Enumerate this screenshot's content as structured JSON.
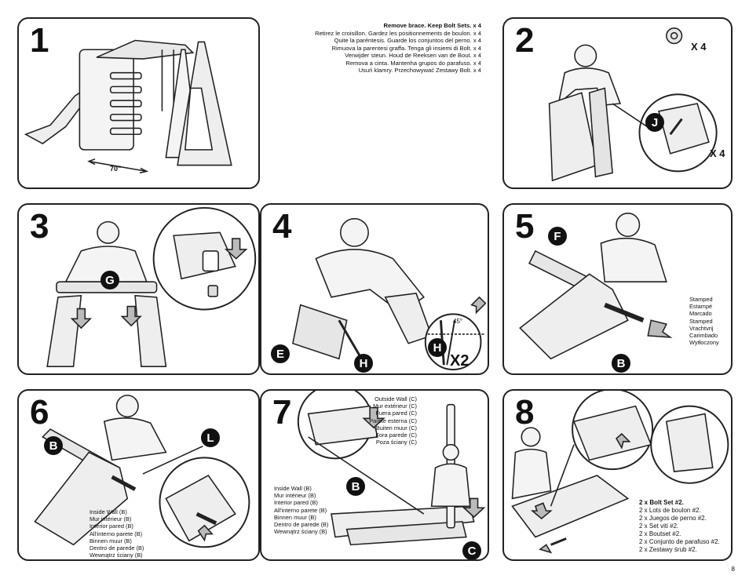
{
  "page_number": "8",
  "steps": [
    "1",
    "2",
    "3",
    "4",
    "5",
    "6",
    "7",
    "8"
  ],
  "step1": {
    "dimension": "70\"",
    "instruction_heading": "Remove brace. Keep Bolt Sets. x 4",
    "instruction_lines": [
      "Retirez le croisillon. Gardez les positionnements de boulon. x 4",
      "Quite la paréntesis. Guarde los conjuntos del perno. x 4",
      "Rimuova la parentesi graffa. Tenga gli insiemi di Bolt. x 4",
      "Verwijder steun. Houd de Reeksen van de Bout. x 4",
      "Remova a cinta. Mantenha grupos do parafuso. x 4",
      "Usuń klamry. Przechowywać Zestawy Bolt. x 4"
    ]
  },
  "step2": {
    "qty_top": "X 4",
    "qty_bottom": "X 4",
    "part": "J"
  },
  "step3": {
    "part": "G"
  },
  "step4": {
    "part_e": "E",
    "part_h": "H",
    "part_h2": "H",
    "angle": "45°",
    "qty": "X2"
  },
  "step5": {
    "part_f": "F",
    "part_b": "B",
    "stamped_lines": [
      "Stamped",
      "Estampé",
      "Marcado",
      "Stamped",
      "Vrachtvrij",
      "Carimbado",
      "Wytłoczony"
    ]
  },
  "step6": {
    "part_b": "B",
    "part_l": "L",
    "inside_wall_lines": [
      "Inside Wall (B)",
      "Mur intérieur (B)",
      "Interior pared (B)",
      "All'interno parete (B)",
      "Binnen muur (B)",
      "Dentro de parede (B)",
      "Wewnątrz ściany (B)"
    ]
  },
  "step7": {
    "part_b": "B",
    "part_c": "C",
    "outside_wall_lines": [
      "Outside Wall (C)",
      "Mur extérieur (C)",
      "Fuera pared (C)",
      "Parete esterna (C)",
      "Buiten muur (C)",
      "Fora parede (C)",
      "Poza ściany (C)"
    ],
    "inside_wall_lines": [
      "Inside Wall (B)",
      "Mur intérieur (B)",
      "Interior pared (B)",
      "All'interno parete (B)",
      "Binnen muur (B)",
      "Dentro de parede (B)",
      "Wewnątrz ściany (B)"
    ]
  },
  "step8": {
    "heading": "2 x Bolt Set #2.",
    "lines": [
      "2 x Lots de boulon #2.",
      "2 x Juegos de perno #2.",
      "2 x Set viti #2.",
      "2 x Boutset #2.",
      "2 x Conjunto de parafuso #2.",
      "2 x Zestawy śrub #2."
    ]
  }
}
